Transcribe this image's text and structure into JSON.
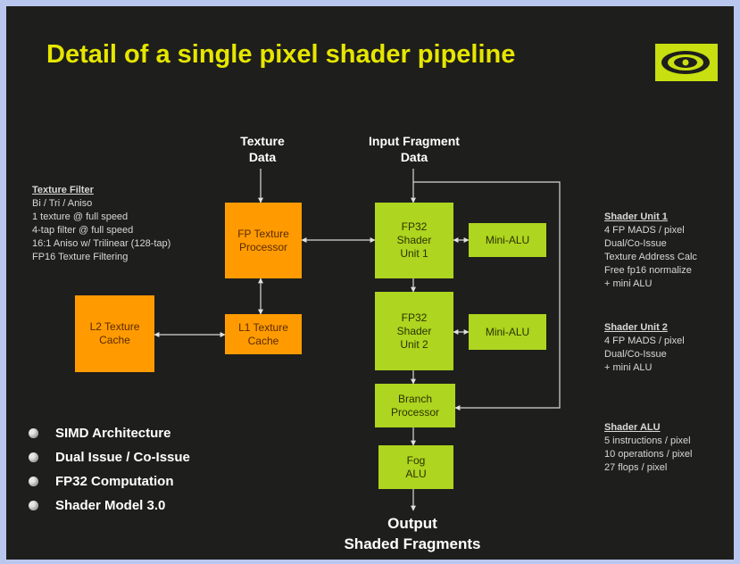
{
  "title": "Detail of a single pixel shader pipeline",
  "logo": {
    "icon": "nvidia-eye-icon",
    "color": "#c8df10"
  },
  "colors": {
    "orange_block": "#ff9b00",
    "green_block": "#aed51f",
    "title": "#e6e600",
    "background": "#1e1e1c"
  },
  "labels": {
    "texture_data": "Texture\nData",
    "input_fragment": "Input Fragment\nData",
    "output": "Output\nShaded Fragments"
  },
  "blocks": {
    "fp_texture_processor": "FP Texture\nProcessor",
    "l1_texture_cache": "L1 Texture\nCache",
    "l2_texture_cache": "L2 Texture\nCache",
    "shader_unit_1": "FP32\nShader\nUnit 1",
    "shader_unit_2": "FP32\nShader\nUnit 2",
    "mini_alu_1": "Mini-ALU",
    "mini_alu_2": "Mini-ALU",
    "branch_processor": "Branch\nProcessor",
    "fog_alu": "Fog\nALU"
  },
  "texture_filter": {
    "heading": "Texture Filter",
    "lines": [
      "Bi / Tri / Aniso",
      "1 texture @ full speed",
      "4-tap filter @ full speed",
      "16:1 Aniso w/ Trilinear (128-tap)",
      "FP16 Texture Filtering"
    ]
  },
  "shader_unit_1_info": {
    "heading": "Shader Unit 1",
    "lines": [
      "4 FP MADS / pixel",
      "Dual/Co-Issue",
      "Texture Address Calc",
      "Free fp16 normalize",
      "+ mini ALU"
    ]
  },
  "shader_unit_2_info": {
    "heading": "Shader Unit 2",
    "lines": [
      "4 FP MADS / pixel",
      "Dual/Co-Issue",
      "+ mini ALU"
    ]
  },
  "shader_alu_info": {
    "heading": "Shader ALU",
    "lines": [
      "5 instructions / pixel",
      "10 operations / pixel",
      "27 flops / pixel"
    ]
  },
  "bullets": [
    "SIMD Architecture",
    "Dual Issue / Co-Issue",
    "FP32 Computation",
    "Shader Model 3.0"
  ]
}
